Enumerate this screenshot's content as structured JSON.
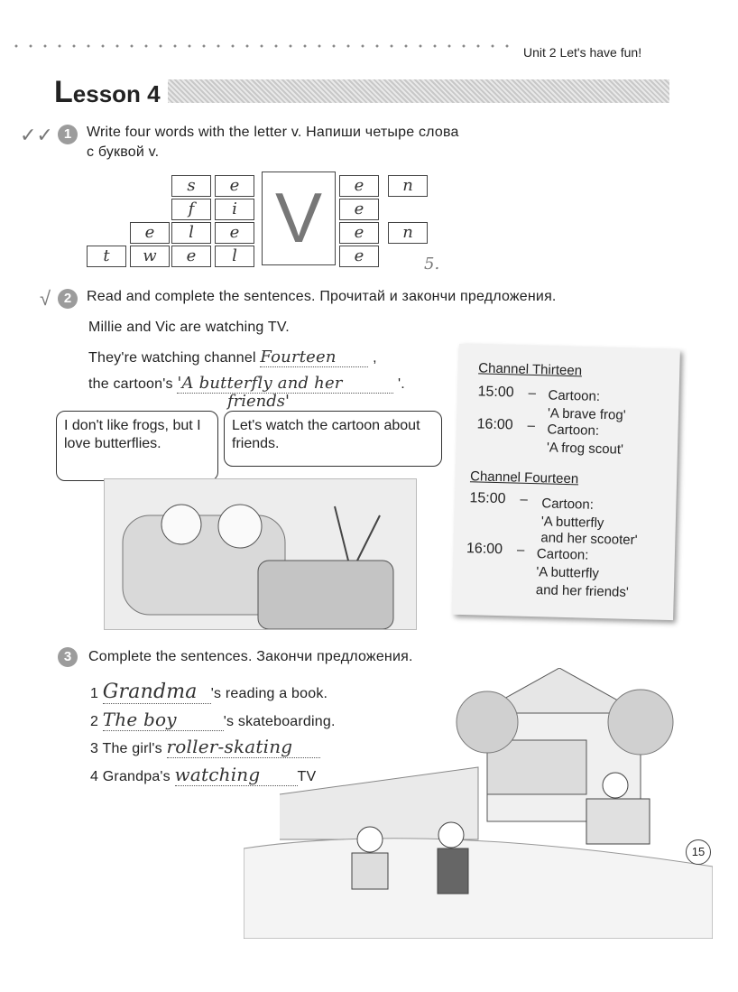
{
  "header": {
    "unit": "Unit 2 Let's have fun!"
  },
  "lesson": {
    "title_initial": "L",
    "title_rest": "esson 4"
  },
  "ex1": {
    "number": "1",
    "instruction_line1": "Write four words with the letter v. Напиши четыре слова",
    "instruction_line2": "с буквой v.",
    "center_letter": "V",
    "mark": "5.",
    "cells": {
      "r1c1": "s",
      "r1c2": "e",
      "r1c3": "e",
      "r1c4": "n",
      "r2c1": "f",
      "r2c2": "i",
      "r2c3": "e",
      "r3c1": "e",
      "r3c2": "l",
      "r3c3": "e",
      "r3c4": "e",
      "r3c5": "n",
      "r4c1": "t",
      "r4c2": "w",
      "r4c3": "e",
      "r4c4": "l",
      "r4c5": "e"
    }
  },
  "ex2": {
    "number": "2",
    "instruction": "Read and complete the sentences. Прочитай и закончи предложения.",
    "line1": "Millie and Vic are watching TV.",
    "line2_prefix": "They're watching channel",
    "line2_answer": "Fourteen",
    "line2_suffix": ",",
    "line3_prefix": "the cartoon's",
    "line3_answer1": "'A butterfly and her",
    "line3_answer2": "friends'",
    "line3_suffix": "'.",
    "bubble_left": "I don't like frogs, but I love butterflies.",
    "bubble_right": "Let's watch the cartoon about friends.",
    "notice": {
      "ch13": "Channel Thirteen",
      "ch13_t1": "15:00",
      "ch13_p1a": "Cartoon:",
      "ch13_p1b": "'A brave frog'",
      "ch13_t2": "16:00",
      "ch13_p2a": "Cartoon:",
      "ch13_p2b": "'A frog scout'",
      "ch14": "Channel Fourteen",
      "ch14_t1": "15:00",
      "ch14_p1a": "Cartoon:",
      "ch14_p1b": "'A butterfly",
      "ch14_p1c": "and her scooter'",
      "ch14_t2": "16:00",
      "ch14_p2a": "Cartoon:",
      "ch14_p2b": "'A butterfly",
      "ch14_p2c": "and her friends'",
      "dash": "–"
    }
  },
  "ex3": {
    "number": "3",
    "instruction": "Complete the sentences. Закончи предложения.",
    "items": [
      {
        "n": "1",
        "answer": "Grandma",
        "text": "'s reading a book."
      },
      {
        "n": "2",
        "answer": "The boy",
        "text": "'s skateboarding."
      },
      {
        "n": "3",
        "prefix": "The girl's",
        "answer": "roller-skating"
      },
      {
        "n": "4",
        "prefix": "Grandpa's",
        "answer": "watching",
        "suffix": "TV"
      }
    ]
  },
  "page_number": "15"
}
